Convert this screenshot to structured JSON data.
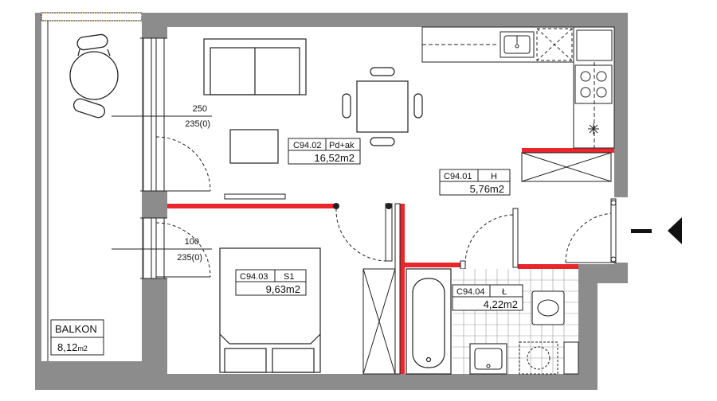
{
  "rooms": [
    {
      "code": "C94.02",
      "type": "Pd+ak",
      "area": "16,52m2"
    },
    {
      "code": "C94.01",
      "type": "H",
      "area": "5,76m2"
    },
    {
      "code": "C94.03",
      "type": "S1",
      "area": "9,63m2"
    },
    {
      "code": "C94.04",
      "type": "Ł",
      "area": "4,22m2"
    }
  ],
  "balcony": {
    "name": "BALKON",
    "area": "8,12",
    "unit": "m2"
  },
  "windows": [
    {
      "width": "250",
      "height": "235(0)"
    },
    {
      "width": "100",
      "height": "235(0)"
    }
  ],
  "colors": {
    "wall": "#8c8c8c",
    "partition_new": "#e8262b",
    "line": "#222222"
  },
  "entrance_marker": "arrow-left"
}
